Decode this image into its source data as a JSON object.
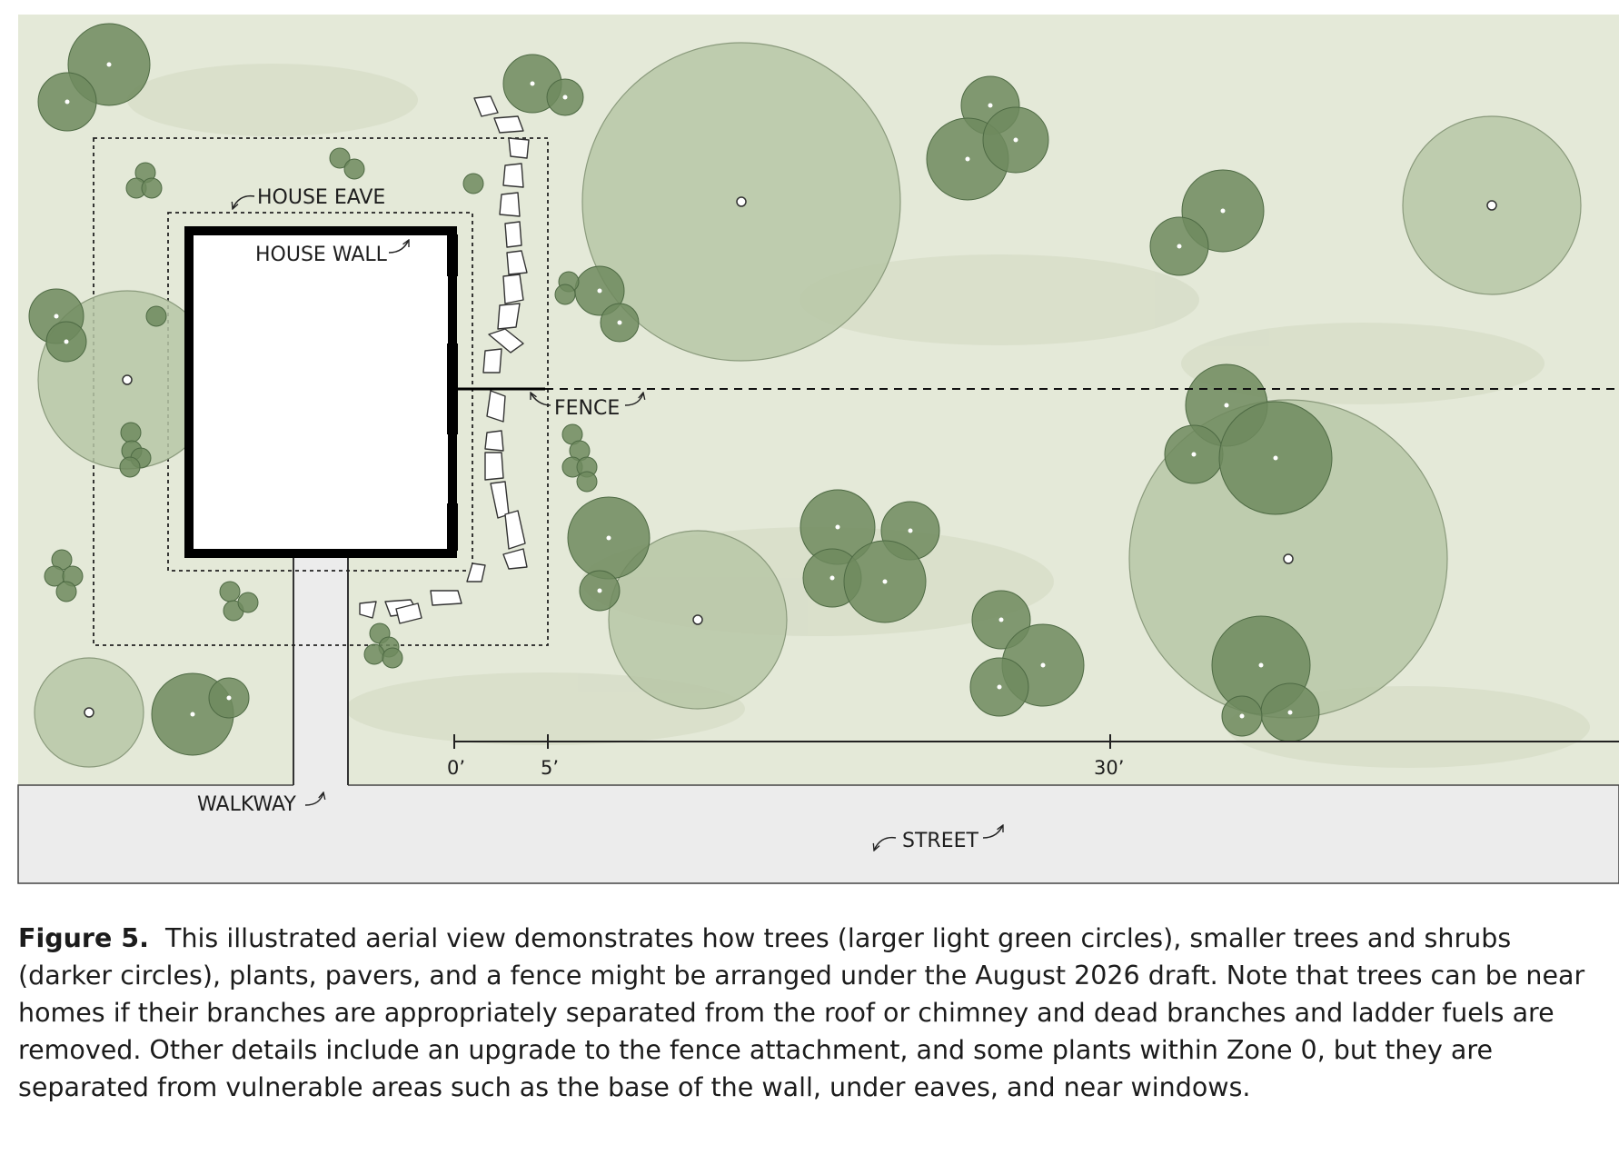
{
  "labels": {
    "house_eave": "HOUSE EAVE",
    "house_wall": "HOUSE WALL",
    "fence": "FENCE",
    "walkway": "WALKWAY",
    "street": "STREET"
  },
  "scale_bar": {
    "ticks": [
      "0’",
      "5’",
      "30’"
    ]
  },
  "caption": {
    "figure_label": "Figure 5.",
    "text": "This illustrated aerial view demonstrates how trees (larger light green circles), smaller trees and shrubs (darker circles), plants, pavers, and a fence might be arranged under the August 2026 draft. Note that trees can be near homes if their branches are appropriately separated from the roof or chimney and dead branches and ladder fuels are removed. Other details include an upgrade to the fence attachment, and some plants within Zone 0, but they are separated from vulnerable areas such as the base of the wall, under eaves, and near windows."
  },
  "colors": {
    "ground": "#e4e9d8",
    "tree_canopy": "#b7c7a7",
    "shrub": "#6e8a5e",
    "street": "#ececec",
    "house_wall": "#000000"
  },
  "icons": {
    "tree": "light-green-circle",
    "shrub": "dark-green-circle",
    "paver": "white-polygon",
    "arrow": "curved-leader-arrow"
  }
}
